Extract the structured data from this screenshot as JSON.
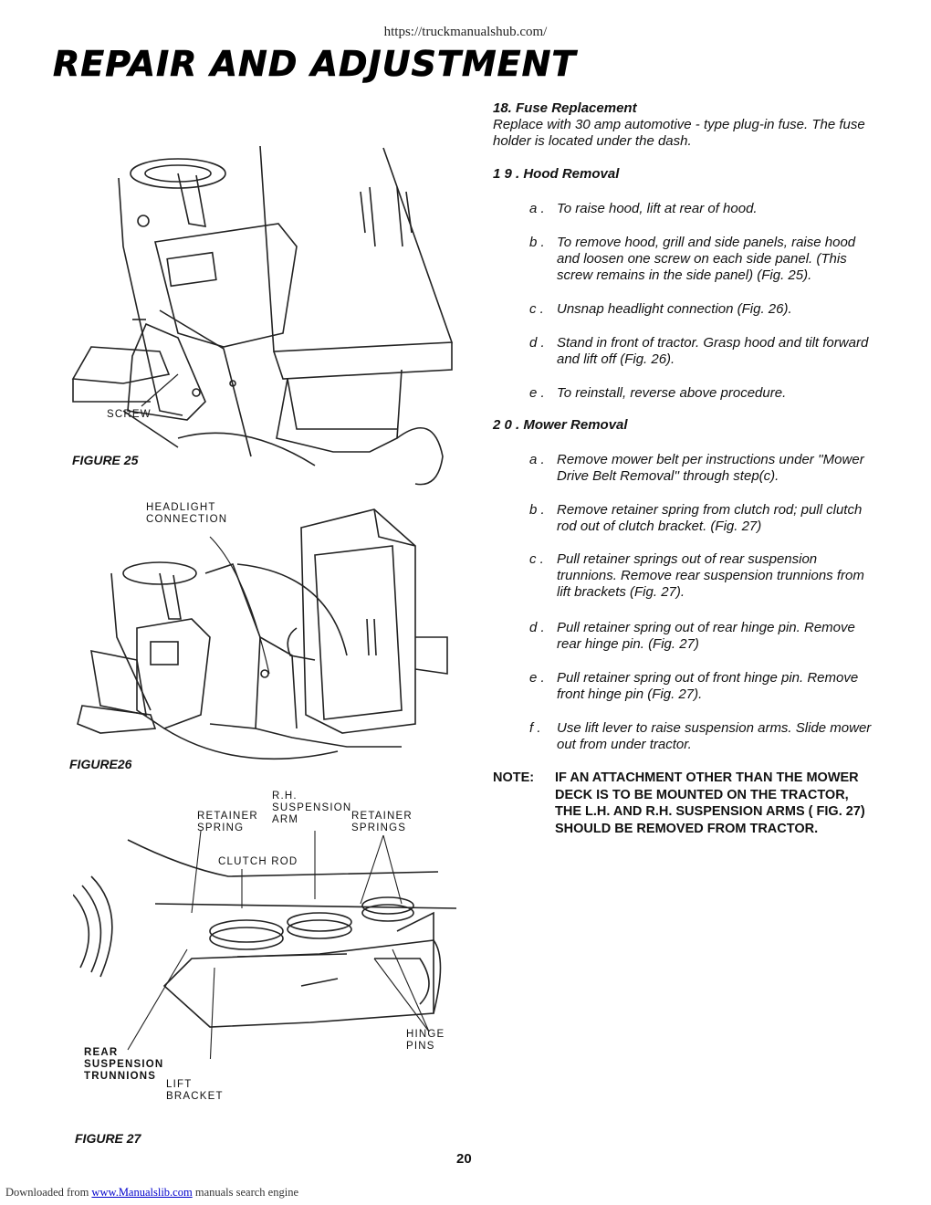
{
  "header": {
    "url": "https://truckmanualshub.com/",
    "title": "REPAIR AND ADJUSTMENT"
  },
  "figures": {
    "fig25": {
      "caption": "FIGURE 25",
      "labels": {
        "screw": "SCREW"
      }
    },
    "fig26": {
      "caption": "FIGURE26",
      "labels": {
        "headlight_1": "HEADLIGHT",
        "headlight_2": "CONNECTION"
      }
    },
    "fig27": {
      "caption": "FIGURE 27",
      "labels": {
        "rh_1": "R.H.",
        "rh_2": "SUSPENSION",
        "rh_3": "ARM",
        "ret_spring_1": "RETAINER",
        "ret_spring_2": "SPRING",
        "ret_springs_1": "RETAINER",
        "ret_springs_2": "SPRINGS",
        "clutch_rod": "CLUTCH ROD",
        "hinge_1": "HINGE",
        "hinge_2": "PINS",
        "rear_1": "REAR",
        "rear_2": "SUSPENSION",
        "rear_3": "TRUNNIONS",
        "lift_1": "LIFT",
        "lift_2": "BRACKET"
      }
    }
  },
  "sections": {
    "s18": {
      "heading": "18.  Fuse Replacement",
      "body": "Replace with 30 amp automotive - type plug-in fuse. The fuse holder is located under the dash."
    },
    "s19": {
      "heading": "1 9 . Hood Removal",
      "items": [
        {
          "key": "a .",
          "text": "To raise hood, lift at rear of hood."
        },
        {
          "key": "b .",
          "text": "To remove hood, grill and side panels, raise hood and loosen one screw on each side panel. (This screw remains in the side panel) (Fig. 25)."
        },
        {
          "key": "c .",
          "text": "Unsnap headlight connection (Fig. 26)."
        },
        {
          "key": "d .",
          "text": "Stand in front of tractor. Grasp hood and tilt forward and lift off (Fig. 26)."
        },
        {
          "key": "e .",
          "text": "To reinstall, reverse above procedure."
        }
      ]
    },
    "s20": {
      "heading": "2 0 . Mower Removal",
      "items": [
        {
          "key": "a .",
          "text": "Remove mower belt per instructions under ''Mower Drive Belt Removal'' through step(c)."
        },
        {
          "key": "b .",
          "text": "Remove retainer spring from clutch rod; pull clutch rod out of clutch bracket. (Fig. 27)"
        },
        {
          "key": "c .",
          "text": "Pull retainer springs out of rear suspension trunnions. Remove rear suspension trunnions from lift brackets (Fig. 27)."
        },
        {
          "key": "d .",
          "text": "Pull retainer spring out of rear hinge pin. Remove rear hinge pin. (Fig. 27)"
        },
        {
          "key": "e .",
          "text": "Pull retainer spring out of front hinge pin. Remove front hinge pin (Fig. 27)."
        },
        {
          "key": "f .",
          "text": "Use lift lever to raise suspension arms. Slide mower out from under tractor."
        }
      ]
    },
    "note": {
      "key": "NOTE:",
      "text": "IF AN ATTACHMENT OTHER THAN THE MOWER DECK IS TO BE MOUNTED ON THE TRACTOR, THE L.H. AND R.H. SUSPENSION ARMS ( FIG. 27) SHOULD BE REMOVED FROM TRACTOR."
    }
  },
  "page_number": "20",
  "footer": {
    "prefix": "Downloaded from ",
    "link": "www.Manualslib.com",
    "suffix": "  manuals search engine"
  }
}
